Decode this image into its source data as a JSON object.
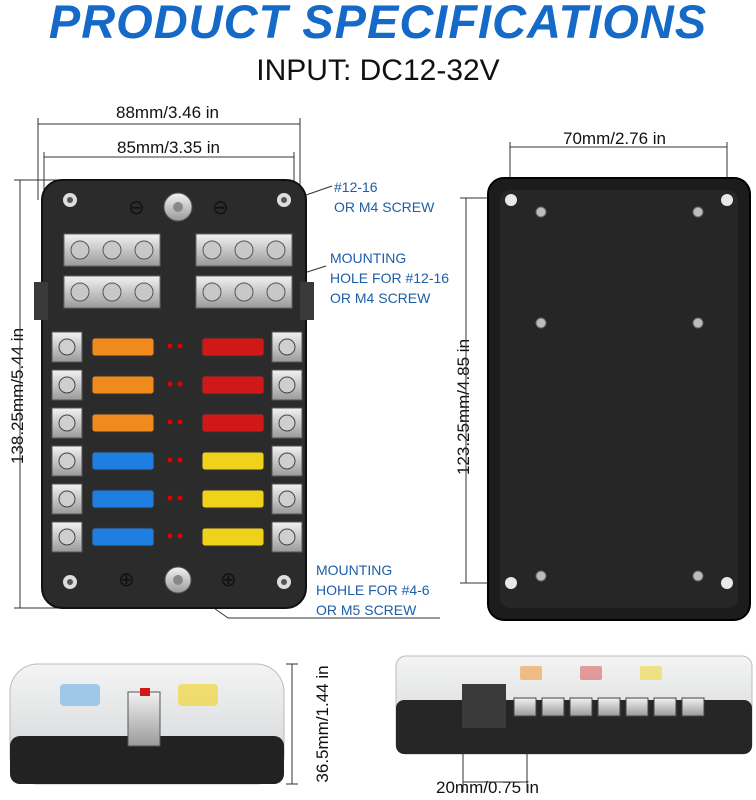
{
  "header": {
    "title": "PRODUCT SPECIFICATIONS",
    "subtitle": "INPUT: DC12-32V"
  },
  "dimensions": {
    "overall_width": "88mm/3.46 in",
    "inner_width": "85mm/3.35 in",
    "overall_height": "138.25mm/5.44 in",
    "back_width": "70mm/2.76 in",
    "back_height": "123.25mm/4.85 in",
    "depth": "36.5mm/1.44 in",
    "terminal_spacing": "20mm/0.75 in"
  },
  "annotations": {
    "screw_top": [
      "#12-16",
      "OR M4 SCREW"
    ],
    "mounting_mid": [
      "MOUNTING",
      "HOLE FOR #12-16",
      "OR M4 SCREW"
    ],
    "mounting_bottom": [
      "MOUNTING",
      "HOHLE FOR #4-6",
      "OR M5 SCREW"
    ]
  },
  "colors": {
    "title_blue": "#1569c7",
    "note_blue": "#1d5ea8",
    "housing": "#2b2b2b",
    "fuse_orange": "#f08a1c",
    "fuse_red": "#d01818",
    "fuse_blue": "#1f7fe0",
    "fuse_yellow": "#f1d21a",
    "led_red": "#e00000"
  },
  "fuses": {
    "left": [
      "orange",
      "orange",
      "orange",
      "blue",
      "blue",
      "blue"
    ],
    "right": [
      "red",
      "red",
      "red",
      "yellow",
      "yellow",
      "yellow"
    ]
  }
}
